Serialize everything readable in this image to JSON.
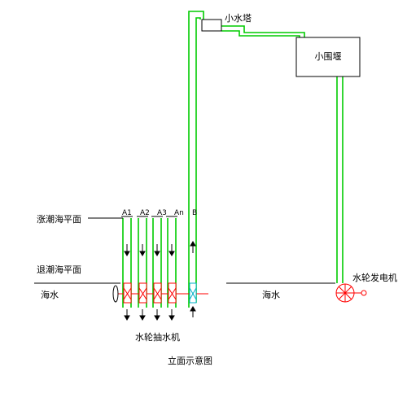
{
  "labels": {
    "water_tower": "小水塔",
    "reservoir": "小围堰",
    "high_tide": "涨潮海平面",
    "low_tide": "退潮海平面",
    "seawater_left": "海水",
    "seawater_right": "海水",
    "turbine_pump": "水轮抽水机",
    "generator": "水轮发电机",
    "caption": "立面示意图"
  },
  "pipes": {
    "pump_pipes": [
      "A1",
      "A2",
      "A3",
      "An"
    ],
    "main_pipe": "B"
  },
  "colors": {
    "pipe_green": "#00cc00",
    "axis_red": "#ff0000",
    "valve_red": "#ff0000",
    "valve_cyan": "#00b0c8",
    "line_black": "#000000"
  }
}
